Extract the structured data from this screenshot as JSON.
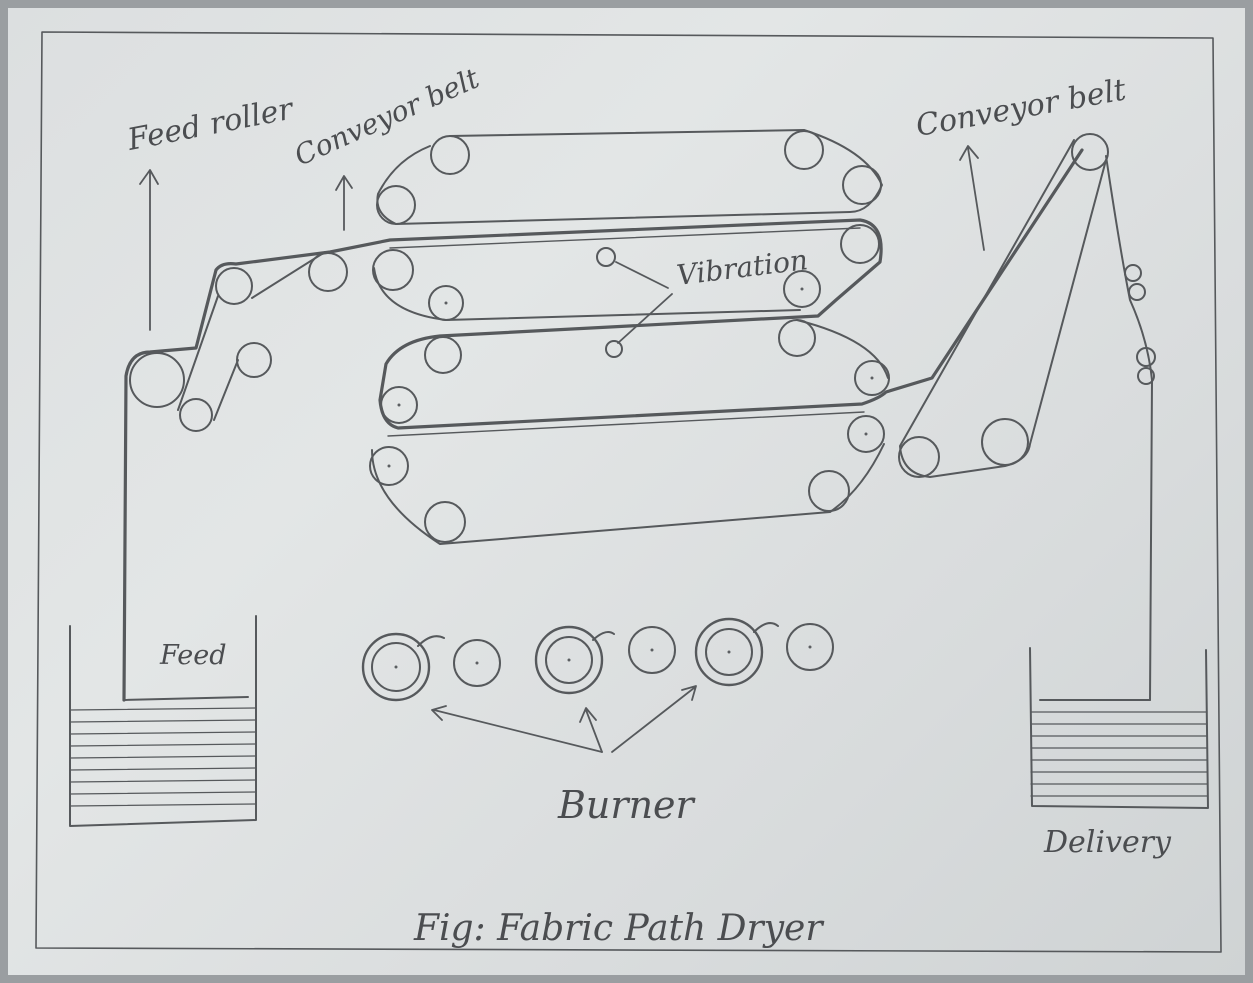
{
  "labels": {
    "feed_roller": "Feed roller",
    "conveyor_belt_left": "Conveyor belt",
    "conveyor_belt_right": "Conveyor belt",
    "vibration": "Vibration",
    "feed": "Feed",
    "burner": "Burner",
    "delivery": "Delivery",
    "caption": "Fig: Fabric Path Dryer"
  },
  "colors": {
    "ink": "#4b4d50",
    "paper": "#dfe2e2",
    "background": "#9a9ea1"
  }
}
